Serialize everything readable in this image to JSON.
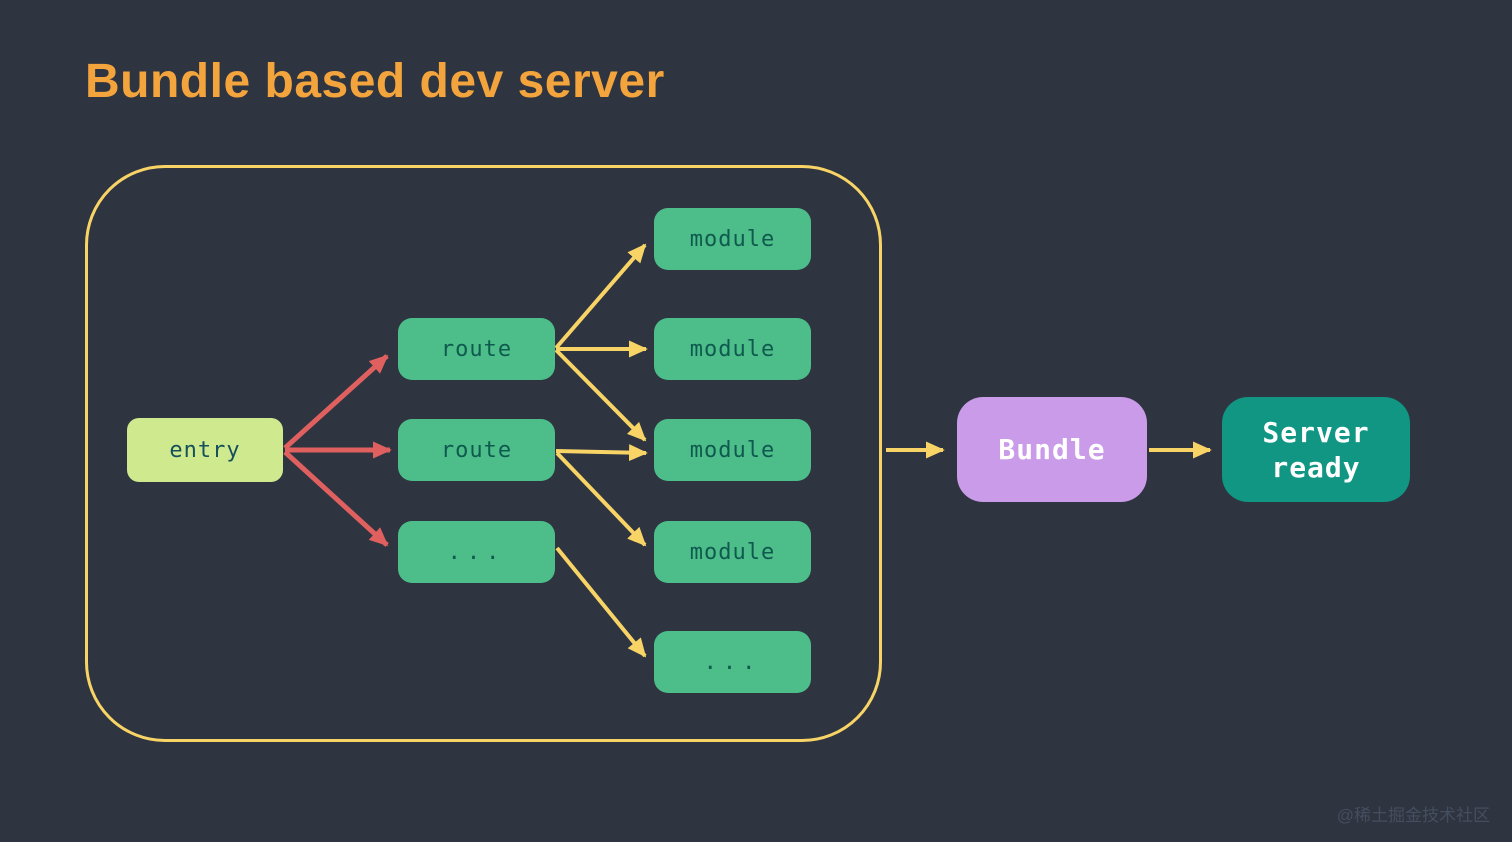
{
  "title": {
    "text": "Bundle based dev server"
  },
  "watermark": {
    "text": "@稀土掘金技术社区"
  },
  "colors": {
    "background": "#2e3440",
    "title": "#f3a43c",
    "container_border": "#f8d466",
    "arrow_red": "#e06060",
    "arrow_yellow": "#f8d466",
    "entry_bg": "#cfe98f",
    "entry_text": "#16505a",
    "node_bg": "#4dbe8a",
    "node_text": "#0f5a4e",
    "bundle_bg": "#c99be9",
    "bundle_text": "#ffffff",
    "server_bg": "#109683",
    "server_text": "#ffffff",
    "watermark": "#454e5f"
  },
  "nodes": {
    "entry": {
      "label": "entry"
    },
    "route_top": {
      "label": "route"
    },
    "route_mid": {
      "label": "route"
    },
    "route_more": {
      "label": "..."
    },
    "module_1": {
      "label": "module"
    },
    "module_2": {
      "label": "module"
    },
    "module_3": {
      "label": "module"
    },
    "module_4": {
      "label": "module"
    },
    "module_more": {
      "label": "..."
    },
    "bundle": {
      "label": "Bundle"
    },
    "server_ready": {
      "label": "Server ready"
    }
  }
}
